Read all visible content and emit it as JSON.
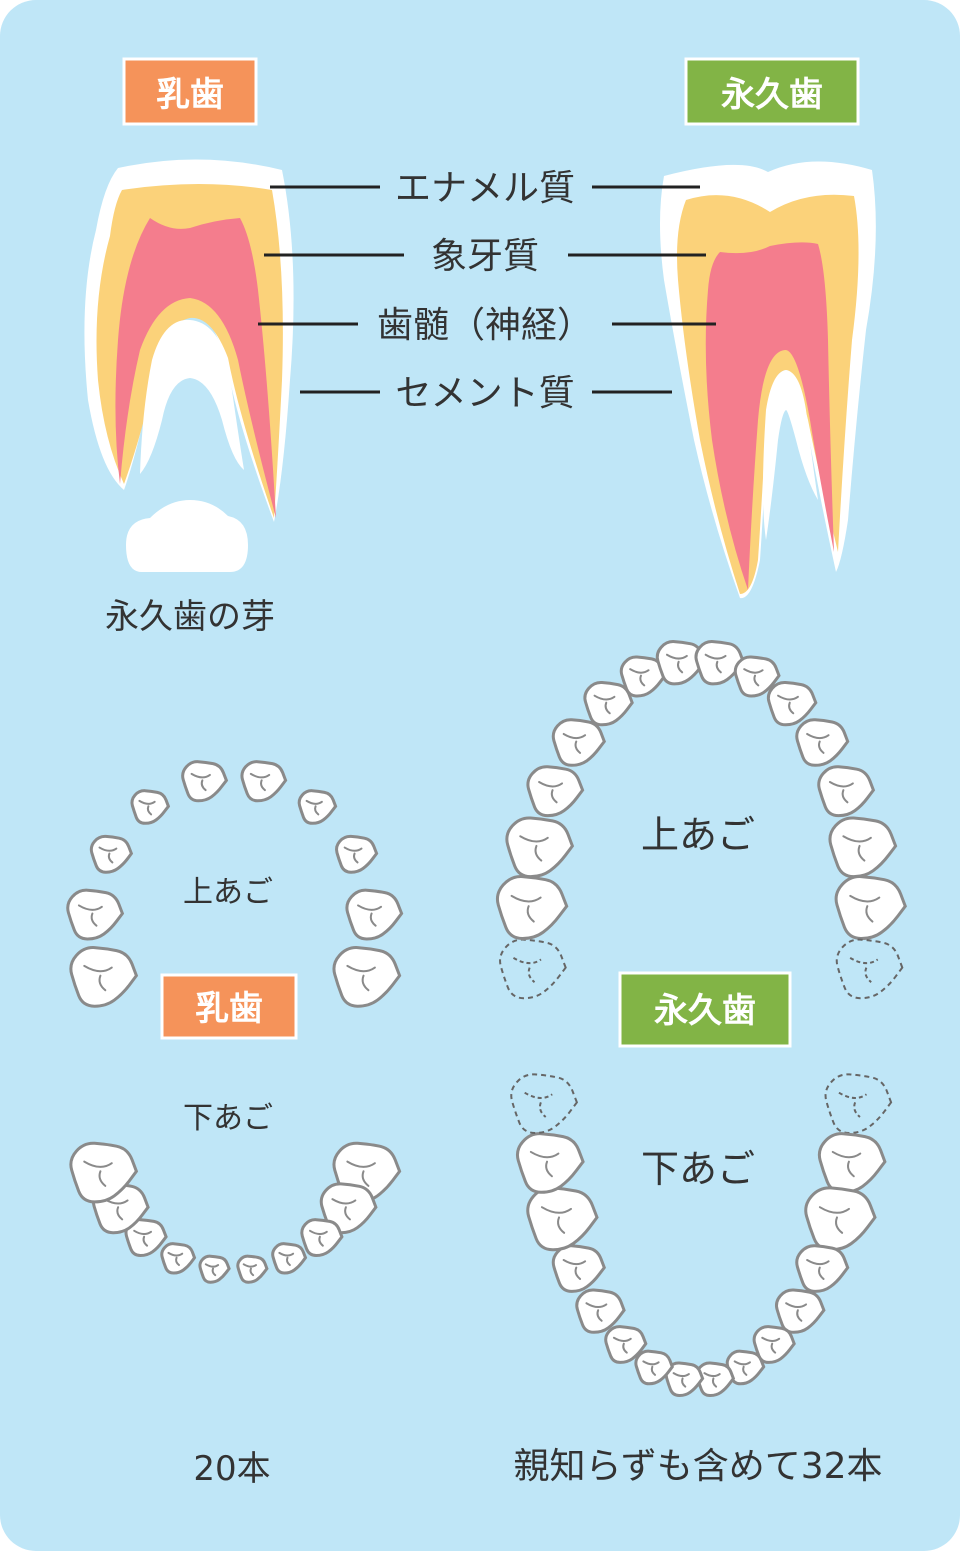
{
  "badges": {
    "primary_top": "乳歯",
    "permanent_top": "永久歯",
    "primary_bottom": "乳歯",
    "permanent_bottom": "永久歯"
  },
  "anatomy_labels": {
    "enamel": "エナメル質",
    "dentin": "象牙質",
    "pulp": "歯髄（神経）",
    "cementum": "セメント質"
  },
  "bud_label": "永久歯の芽",
  "jaw_labels": {
    "primary_upper": "上あご",
    "primary_lower": "下あご",
    "permanent_upper": "上あご",
    "permanent_lower": "下あご"
  },
  "counts": {
    "primary": "20本",
    "permanent": "親知らずも含めて32本"
  },
  "colors": {
    "background": "#bfe6f7",
    "primary_badge": "#f5935a",
    "permanent_badge": "#82b446",
    "dentin": "#fbd27a",
    "pulp": "#f47d8d",
    "enamel": "#ffffff"
  }
}
